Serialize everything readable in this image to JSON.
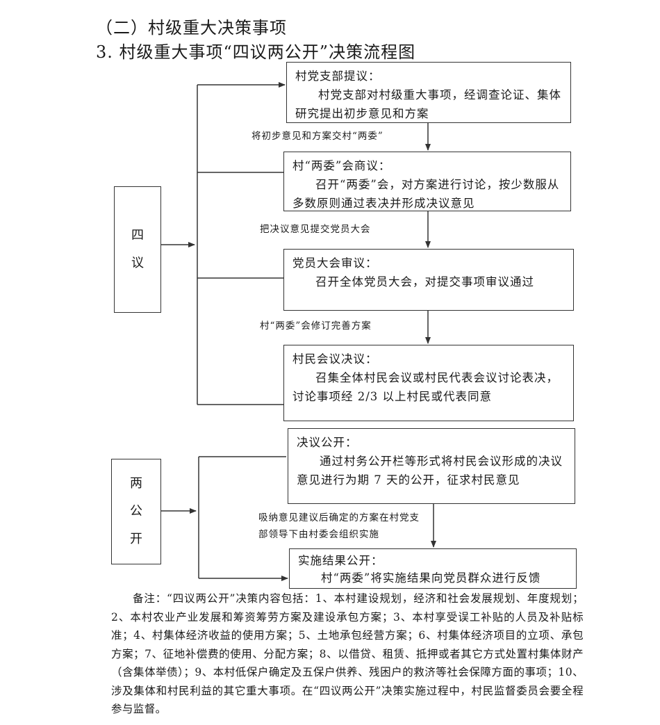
{
  "section_title": "（二）村级重大决策事项",
  "chart_title": "3. 村级重大事项“四议两公开”决策流程图",
  "groups": {
    "siyi": [
      "四",
      "议"
    ],
    "ligongkai": [
      "两",
      "公",
      "开"
    ]
  },
  "steps": [
    {
      "title": "村党支部提议：",
      "desc": "村党支部对村级重大事项，经调查论证、集体研究提出初步意见和方案"
    },
    {
      "title": "村“两委”会商议：",
      "desc": "召开“两委”会，对方案进行讨论，按少数服从多数原则通过表决并形成决议意见"
    },
    {
      "title": "党员大会审议：",
      "desc": "召开全体党员大会，对提交事项审议通过"
    },
    {
      "title": "村民会议决议：",
      "desc": "召集全体村民会议或村民代表会议讨论表决，讨论事项经 2/3 以上村民或代表同意"
    },
    {
      "title": "决议公开：",
      "desc": "通过村务公开栏等形式将村民会议形成的决议意见进行为期 7 天的公开，征求村民意见"
    },
    {
      "title": "实施结果公开：",
      "desc": "村“两委”将实施结果向党员群众进行反馈"
    }
  ],
  "edges": [
    "将初步意见和方案交村“两委”",
    "把决议意见提交党员大会",
    "村“两委”会修订完善方案",
    "吸纳意见建议后确定的方案在村党支部领导下由村委会组织实施"
  ],
  "note": "备注：“四议两公开”决策内容包括：1、本村建设规划，经济和社会发展规划、年度规划；2、本村农业产业发展和筹资筹劳方案及建设承包方案；3、本村享受误工补贴的人员及补贴标准；4、村集体经济收益的使用方案；5、土地承包经营方案；6、村集体经济项目的立项、承包方案；7、征地补偿费的使用、分配方案；8、以借贷、租赁、抵押或者其它方式处置村集体财产（含集体举债）；9、本村低保户确定及五保户供养、残困户的救济等社会保障方面的事项；10、涉及集体和村民利益的其它重大事项。在“四议两公开”决策实施过程中，村民监督委员会要全程参与监督。"
}
